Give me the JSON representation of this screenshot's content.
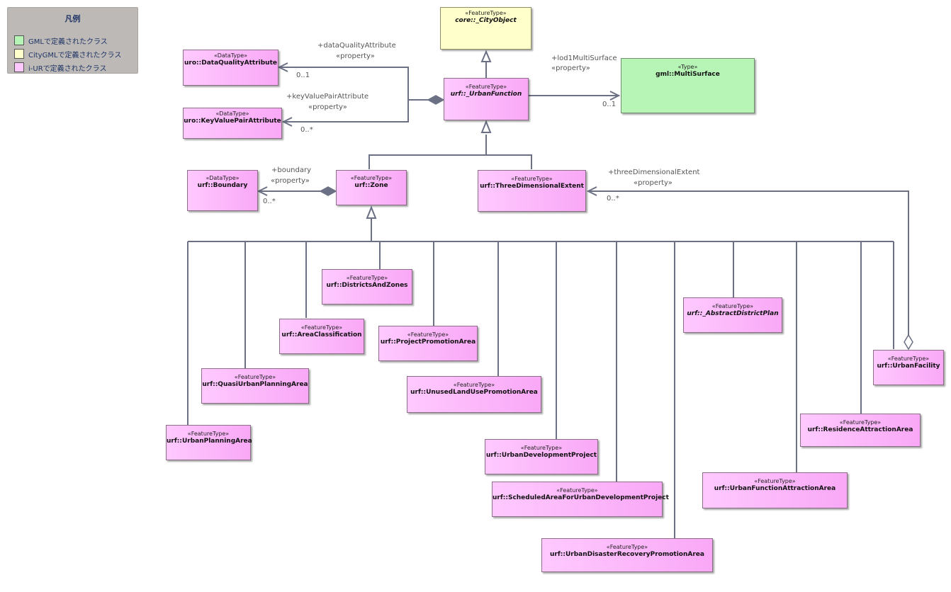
{
  "legend": {
    "title": "凡例",
    "items": [
      {
        "label": "GMLで定義されたクラス",
        "color": "#b7f5b7"
      },
      {
        "label": "CityGMLで定義されたクラス",
        "color": "#ffffcc"
      },
      {
        "label": "i-URで定義されたクラス",
        "color": "#ffc9ff"
      }
    ]
  },
  "classes": {
    "city_object": {
      "stereotype": "«FeatureType»",
      "name": "core::_CityObject"
    },
    "dq_attribute": {
      "stereotype": "«DataType»",
      "name": "uro::DataQualityAttribute"
    },
    "kv_pair": {
      "stereotype": "«DataType»",
      "name": "uro::KeyValuePairAttribute"
    },
    "urban_function": {
      "stereotype": "«FeatureType»",
      "name": "urf::_UrbanFunction"
    },
    "multi_surface": {
      "stereotype": "«Type»",
      "name": "gml::MultiSurface"
    },
    "boundary": {
      "stereotype": "«DataType»",
      "name": "urf::Boundary"
    },
    "zone": {
      "stereotype": "«FeatureType»",
      "name": "urf::Zone"
    },
    "three_d_extent": {
      "stereotype": "«FeatureType»",
      "name": "urf::ThreeDimensionalExtent"
    },
    "districts_zones": {
      "stereotype": "«FeatureType»",
      "name": "urf::DistrictsAndZones"
    },
    "area_classification": {
      "stereotype": "«FeatureType»",
      "name": "urf::AreaClassification"
    },
    "project_promotion": {
      "stereotype": "«FeatureType»",
      "name": "urf::ProjectPromotionArea"
    },
    "abstract_district": {
      "stereotype": "«FeatureType»",
      "name": "urf::_AbstractDistrictPlan"
    },
    "urban_facility": {
      "stereotype": "«FeatureType»",
      "name": "urf::UrbanFacility"
    },
    "quasi_urban": {
      "stereotype": "«FeatureType»",
      "name": "urf::QuasiUrbanPlanningArea"
    },
    "unused_land": {
      "stereotype": "«FeatureType»",
      "name": "urf::UnusedLandUsePromotionArea"
    },
    "residence_attr": {
      "stereotype": "«FeatureType»",
      "name": "urf::ResidenceAttractionArea"
    },
    "urban_planning": {
      "stereotype": "«FeatureType»",
      "name": "urf::UrbanPlanningArea"
    },
    "urban_dev_project": {
      "stereotype": "«FeatureType»",
      "name": "urf::UrbanDevelopmentProject"
    },
    "urban_func_attr": {
      "stereotype": "«FeatureType»",
      "name": "urf::UrbanFunctionAttractionArea"
    },
    "scheduled_area": {
      "stereotype": "«FeatureType»",
      "name": "urf::ScheduledAreaForUrbanDevelopmentProject"
    },
    "disaster_recovery": {
      "stereotype": "«FeatureType»",
      "name": "urf::UrbanDisasterRecoveryPromotionArea"
    }
  },
  "associations": {
    "dq": {
      "role": "+dataQualityAttribute",
      "stereotype": "«property»",
      "mult": "0..1"
    },
    "kv": {
      "role": "+keyValuePairAttribute",
      "stereotype": "«property»",
      "mult": "0..*"
    },
    "lod1": {
      "role": "+lod1MultiSurface",
      "stereotype": "«property»",
      "mult": "0..1"
    },
    "boundary": {
      "role": "+boundary",
      "stereotype": "«property»",
      "mult": "0..*"
    },
    "three_d": {
      "role": "+threeDimensionalExtent",
      "stereotype": "«property»",
      "mult": "0..*"
    }
  },
  "colors": {
    "line": "#6b7085",
    "gml": "#b7f5b7",
    "citygml": "#ffffcc",
    "iur": "#ffc9ff"
  }
}
